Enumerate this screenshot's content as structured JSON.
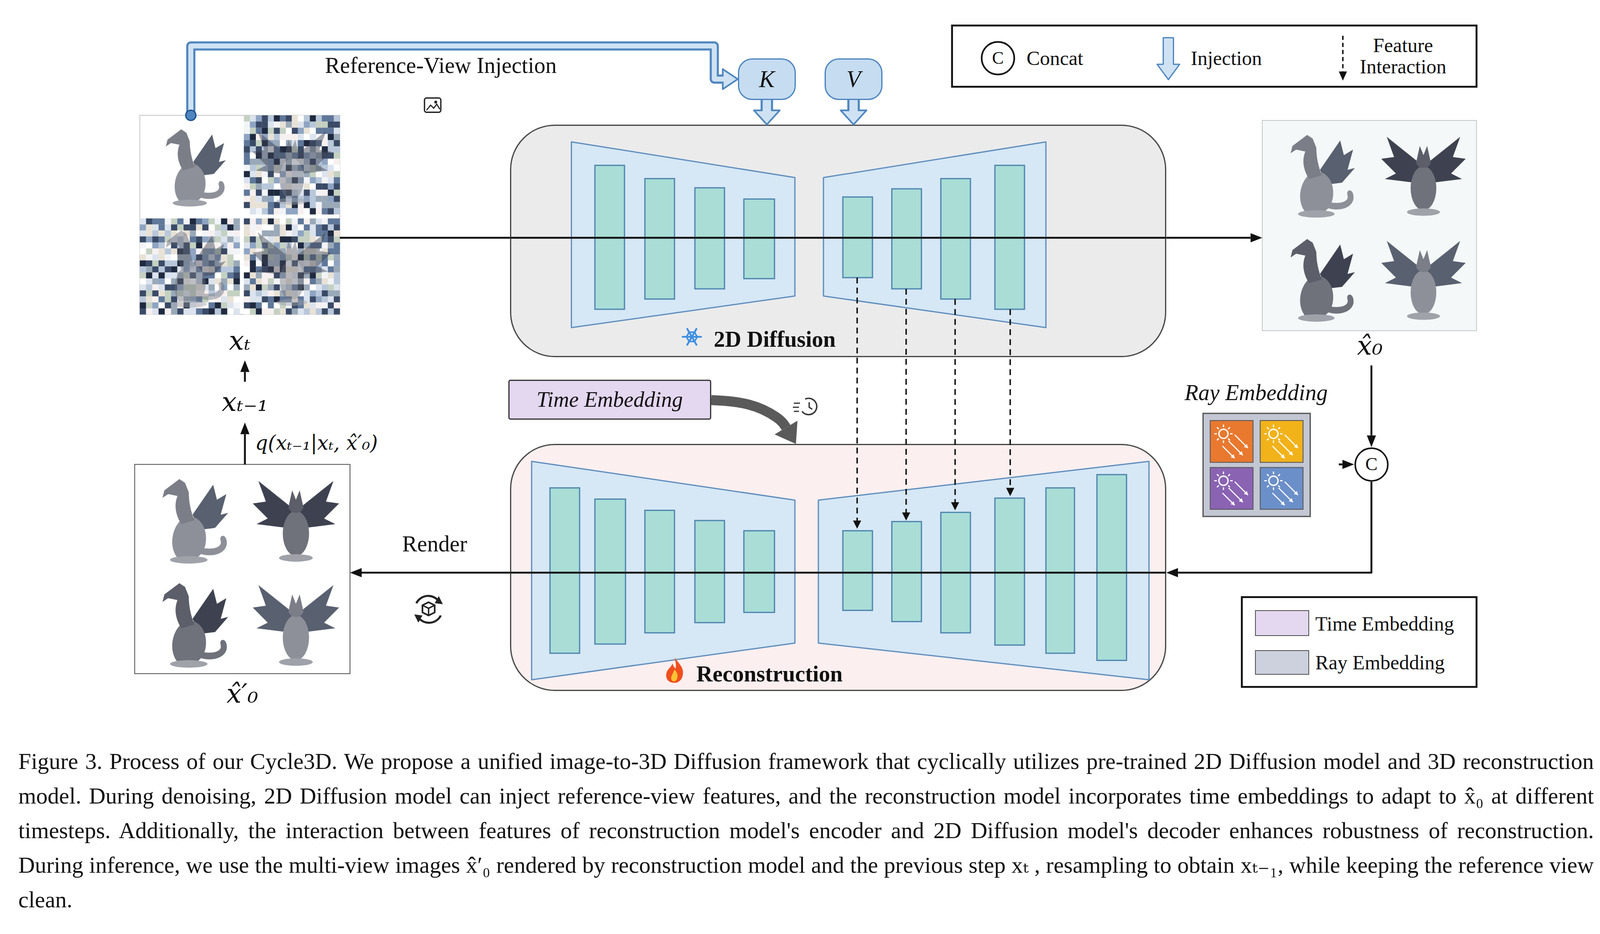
{
  "diagram": {
    "caption": "Figure 3. Process of our Cycle3D. We propose a unified image-to-3D Diffusion framework that cyclically utilizes pre-trained 2D Diffusion model and 3D reconstruction model. During denoising, 2D Diffusion model can inject reference-view features, and the reconstruction model incorporates time embeddings to adapt to x̂₀ at different timesteps. Additionally, the interaction between features of reconstruction model's encoder and 2D Diffusion model's decoder enhances robustness of reconstruction. During inference, we use the multi-view images x̂′₀ rendered by reconstruction model and the previous step xₜ , resampling to obtain xₜ₋₁, while keeping the reference view clean.",
    "nodes": [
      {
        "text": [
          "xₜ"
        ]
      },
      {
        "text": [
          "K"
        ]
      },
      {
        "text": [
          "V"
        ]
      },
      {
        "text": [
          "2D Diffusion"
        ]
      },
      {
        "text": [
          "x̂₀"
        ]
      },
      {
        "text": [
          "xₜ₋₁"
        ]
      },
      {
        "text": [
          "Time Embedding"
        ]
      },
      {
        "text": [
          "Ray Embedding"
        ]
      },
      {
        "text": [
          "C"
        ]
      },
      {
        "text": [
          "Reconstruction"
        ]
      },
      {
        "text": [
          "x̂′₀"
        ]
      }
    ],
    "edges": [
      {
        "from": 0,
        "to": 1,
        "arrow": "to",
        "label": "Reference-View Injection"
      },
      {
        "from": 1,
        "to": 3,
        "arrow": "to"
      },
      {
        "from": 2,
        "to": 3,
        "arrow": "to"
      },
      {
        "from": 0,
        "to": 3,
        "arrow": "none"
      },
      {
        "from": 3,
        "to": 4,
        "arrow": "to"
      },
      {
        "from": 4,
        "to": 8,
        "arrow": "to"
      },
      {
        "from": 7,
        "to": 8,
        "arrow": "to"
      },
      {
        "from": 8,
        "to": 9,
        "arrow": "to"
      },
      {
        "from": 9,
        "to": 10,
        "arrow": "to",
        "label": "Render"
      },
      {
        "from": 10,
        "to": 5,
        "arrow": "to",
        "label": "q(xₜ₋₁|xₜ, x̂′₀)"
      },
      {
        "from": 5,
        "to": 0,
        "arrow": "to"
      },
      {
        "from": 6,
        "to": 9,
        "arrow": "to"
      }
    ],
    "labels": [
      "C"
    ],
    "legend": [
      {
        "text": "Concat"
      },
      {
        "text": "Injection"
      },
      {
        "text": "Feature Interaction"
      },
      {
        "text": "Time Embedding",
        "color": "#e4d7f0"
      },
      {
        "text": "Ray Embedding",
        "color": "#cdd1de"
      }
    ]
  }
}
